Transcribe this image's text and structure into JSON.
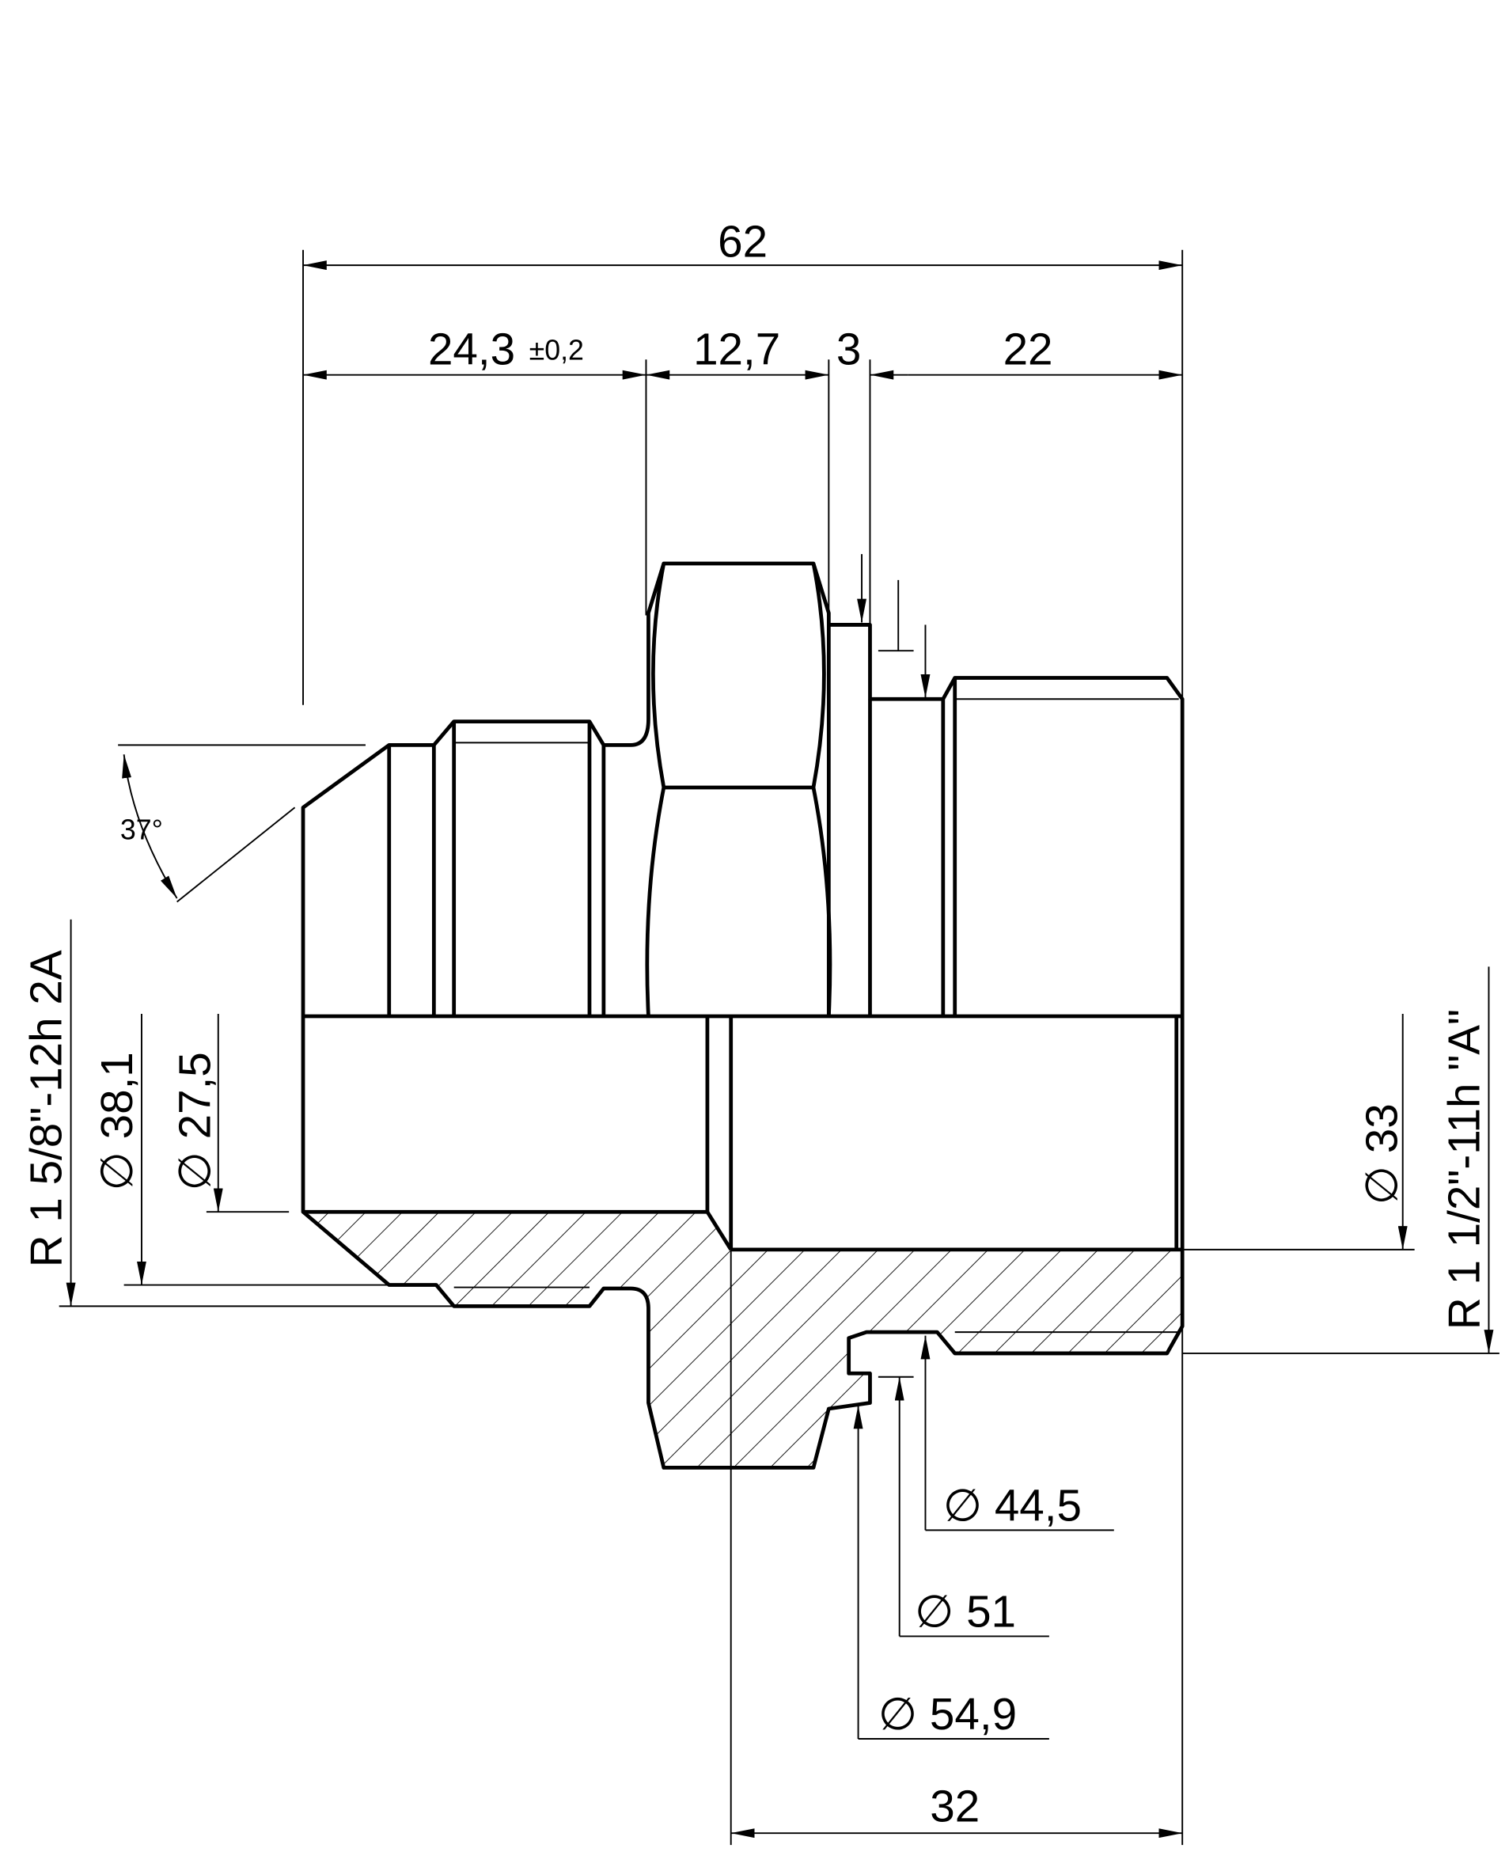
{
  "dimensions": {
    "overall_length": "62",
    "flare_length": "24,3",
    "flare_tolerance": "±0,2",
    "hex_length": "12,7",
    "collar_length": "3",
    "thread_length": "22",
    "bore_length": "32",
    "angle": "37°",
    "left_thread": "R 1 5/8\"-12h 2A",
    "dia_38_1": "∅ 38,1",
    "dia_27_5": "∅ 27,5",
    "dia_33": "∅ 33",
    "right_thread": "R 1 1/2\"-11h \"A\"",
    "dia_44_5": "∅ 44,5",
    "dia_51": "∅ 51",
    "dia_54_9": "∅ 54,9"
  }
}
